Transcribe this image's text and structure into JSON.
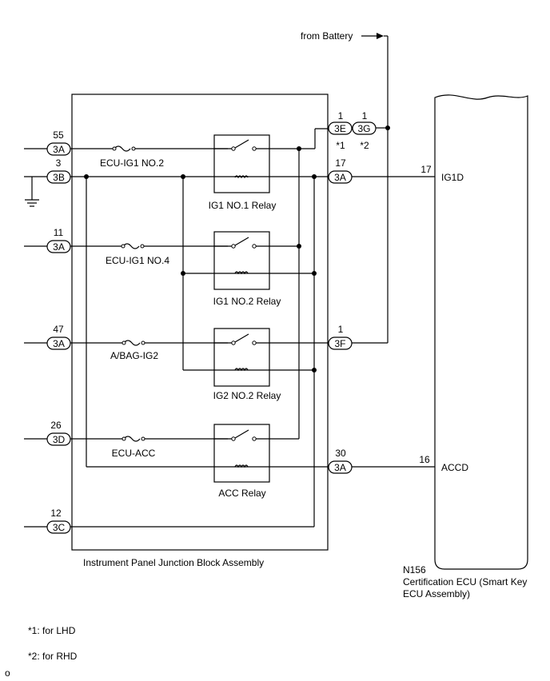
{
  "battery_label": "from Battery",
  "left_pins": [
    {
      "pin": "55",
      "connector": "3A"
    },
    {
      "pin": "3",
      "connector": "3B"
    },
    {
      "pin": "11",
      "connector": "3A"
    },
    {
      "pin": "47",
      "connector": "3A"
    },
    {
      "pin": "26",
      "connector": "3D"
    },
    {
      "pin": "12",
      "connector": "3C"
    }
  ],
  "right_pins": [
    {
      "pin": "1",
      "connector": "3E",
      "note": "*1"
    },
    {
      "pin": "1",
      "connector": "3G",
      "note": "*2"
    },
    {
      "pin": "17",
      "connector": "3A"
    },
    {
      "pin": "1",
      "connector": "3F"
    },
    {
      "pin": "30",
      "connector": "3A"
    }
  ],
  "fuses": [
    "ECU-IG1 NO.2",
    "ECU-IG1 NO.4",
    "A/BAG-IG2",
    "ECU-ACC"
  ],
  "relays": [
    "IG1 NO.1 Relay",
    "IG1 NO.2 Relay",
    "IG2 NO.2 Relay",
    "ACC Relay"
  ],
  "junction_block_label": "Instrument Panel Junction Block Assembly",
  "ecu": {
    "code": "N156",
    "name_line1": "Certification ECU (Smart Key",
    "name_line2": "ECU Assembly)",
    "terminals": [
      {
        "pin": "17",
        "name": "IG1D"
      },
      {
        "pin": "16",
        "name": "ACCD"
      }
    ]
  },
  "notes": [
    "*1: for LHD",
    "*2: for RHD"
  ],
  "corner_mark": "o"
}
